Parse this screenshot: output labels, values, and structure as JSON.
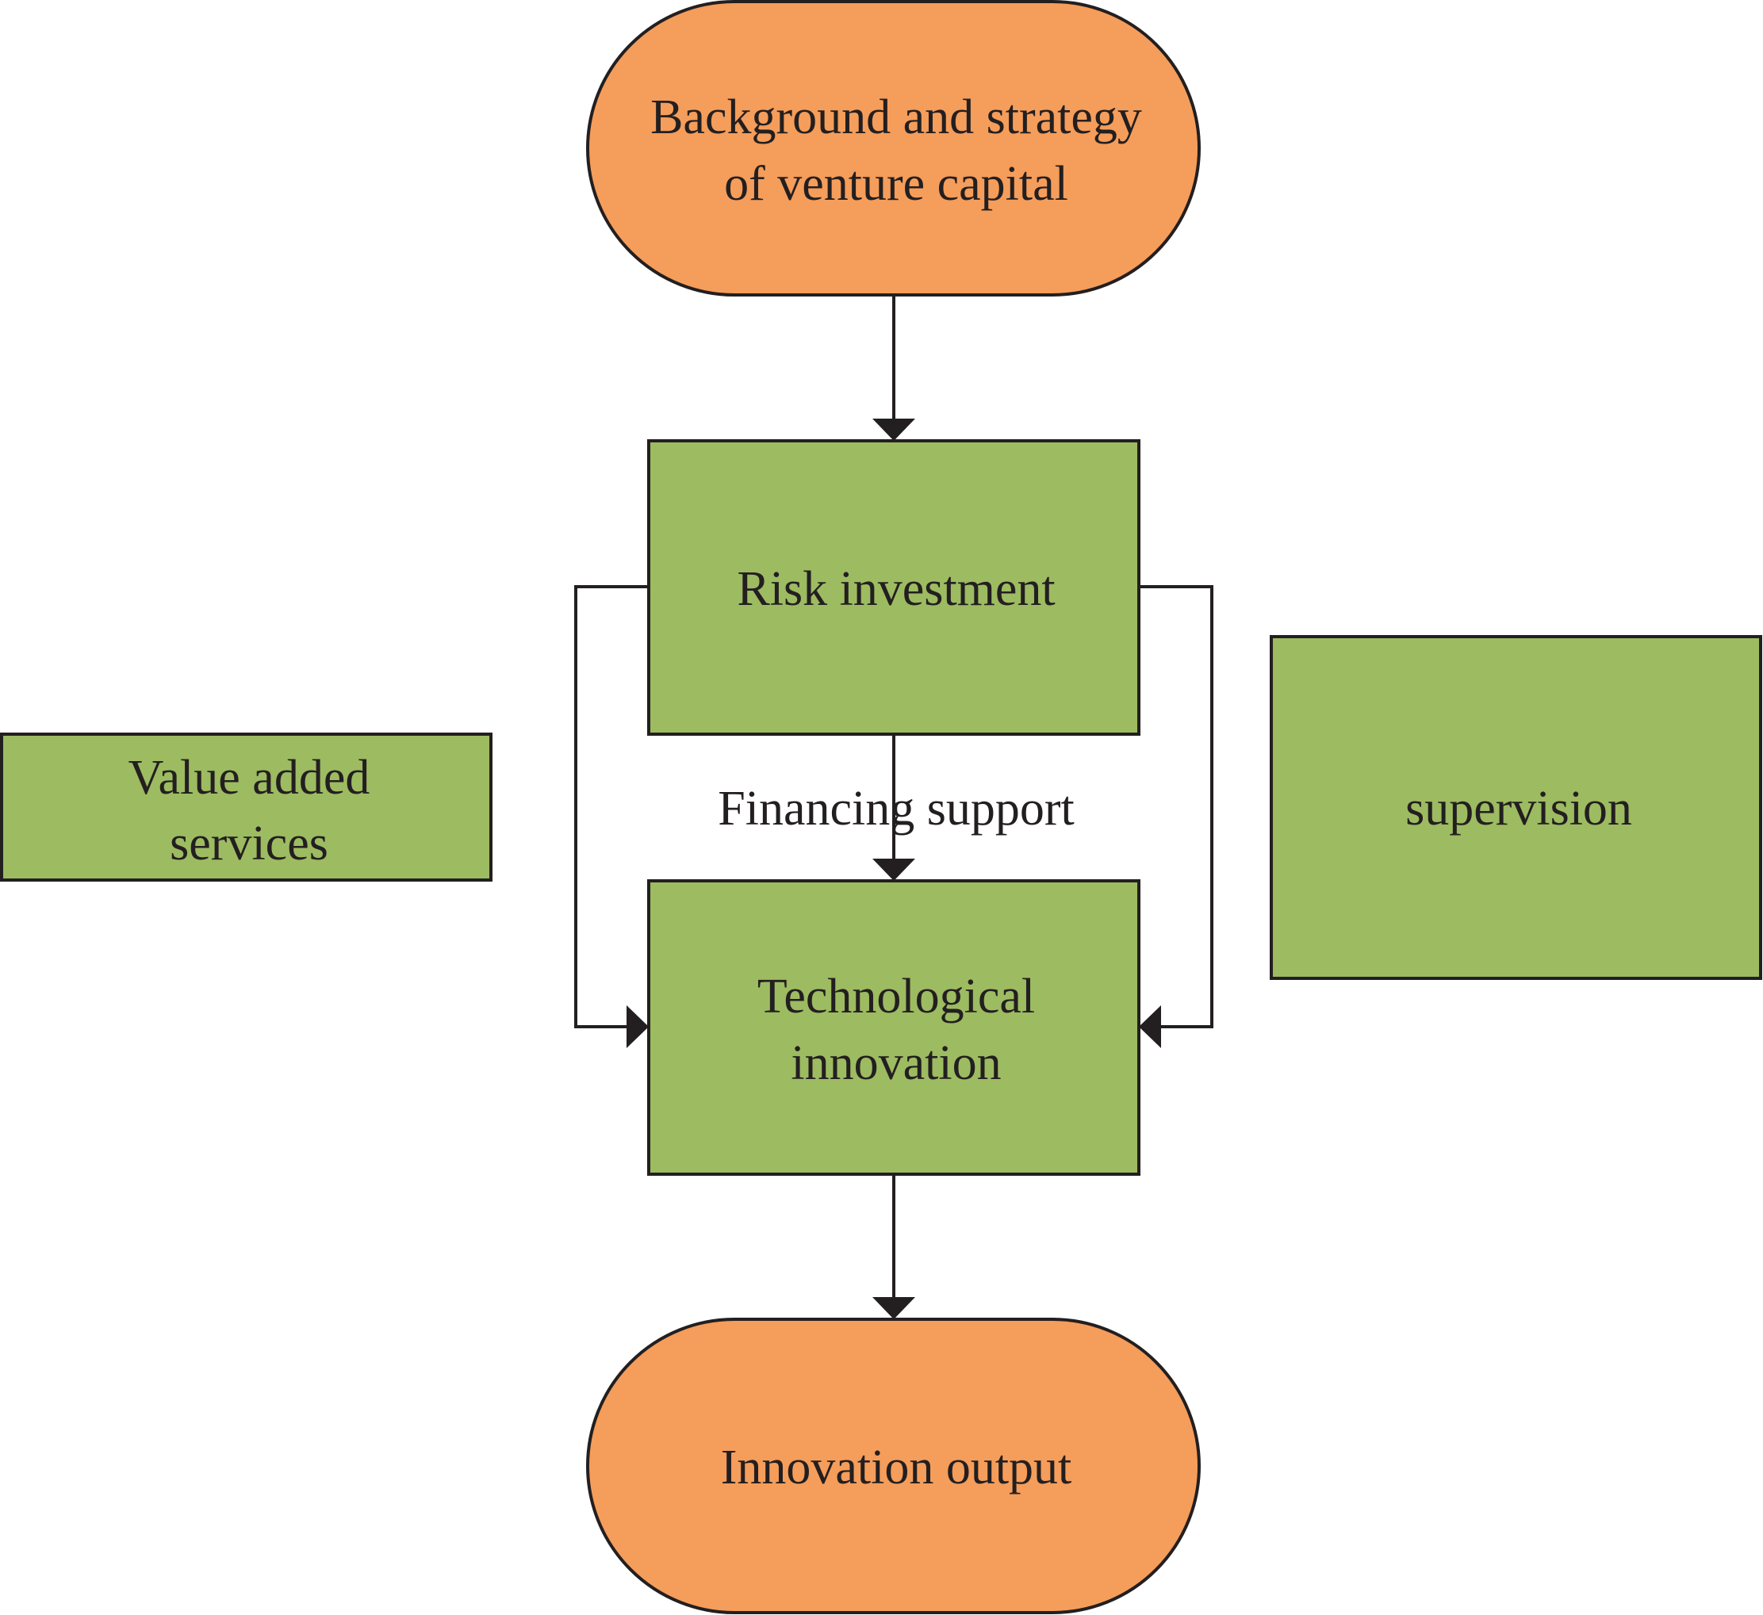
{
  "colors": {
    "terminal_fill": "#f59d5a",
    "process_fill": "#9dbb61",
    "stroke": "#231f20",
    "text": "#231f20",
    "background": "#ffffff"
  },
  "nodes": {
    "background_strategy": {
      "line1": "Background and strategy",
      "line2": "of venture capital"
    },
    "risk_investment": {
      "line1": "Risk investment"
    },
    "value_added_services": {
      "line1": "Value added",
      "line2": "services"
    },
    "supervision": {
      "line1": "supervision"
    },
    "technological_innovation": {
      "line1": "Technological",
      "line2": "innovation"
    },
    "innovation_output": {
      "line1": "Innovation output"
    }
  },
  "edges": {
    "financing_support": {
      "label": "Financing support"
    }
  }
}
